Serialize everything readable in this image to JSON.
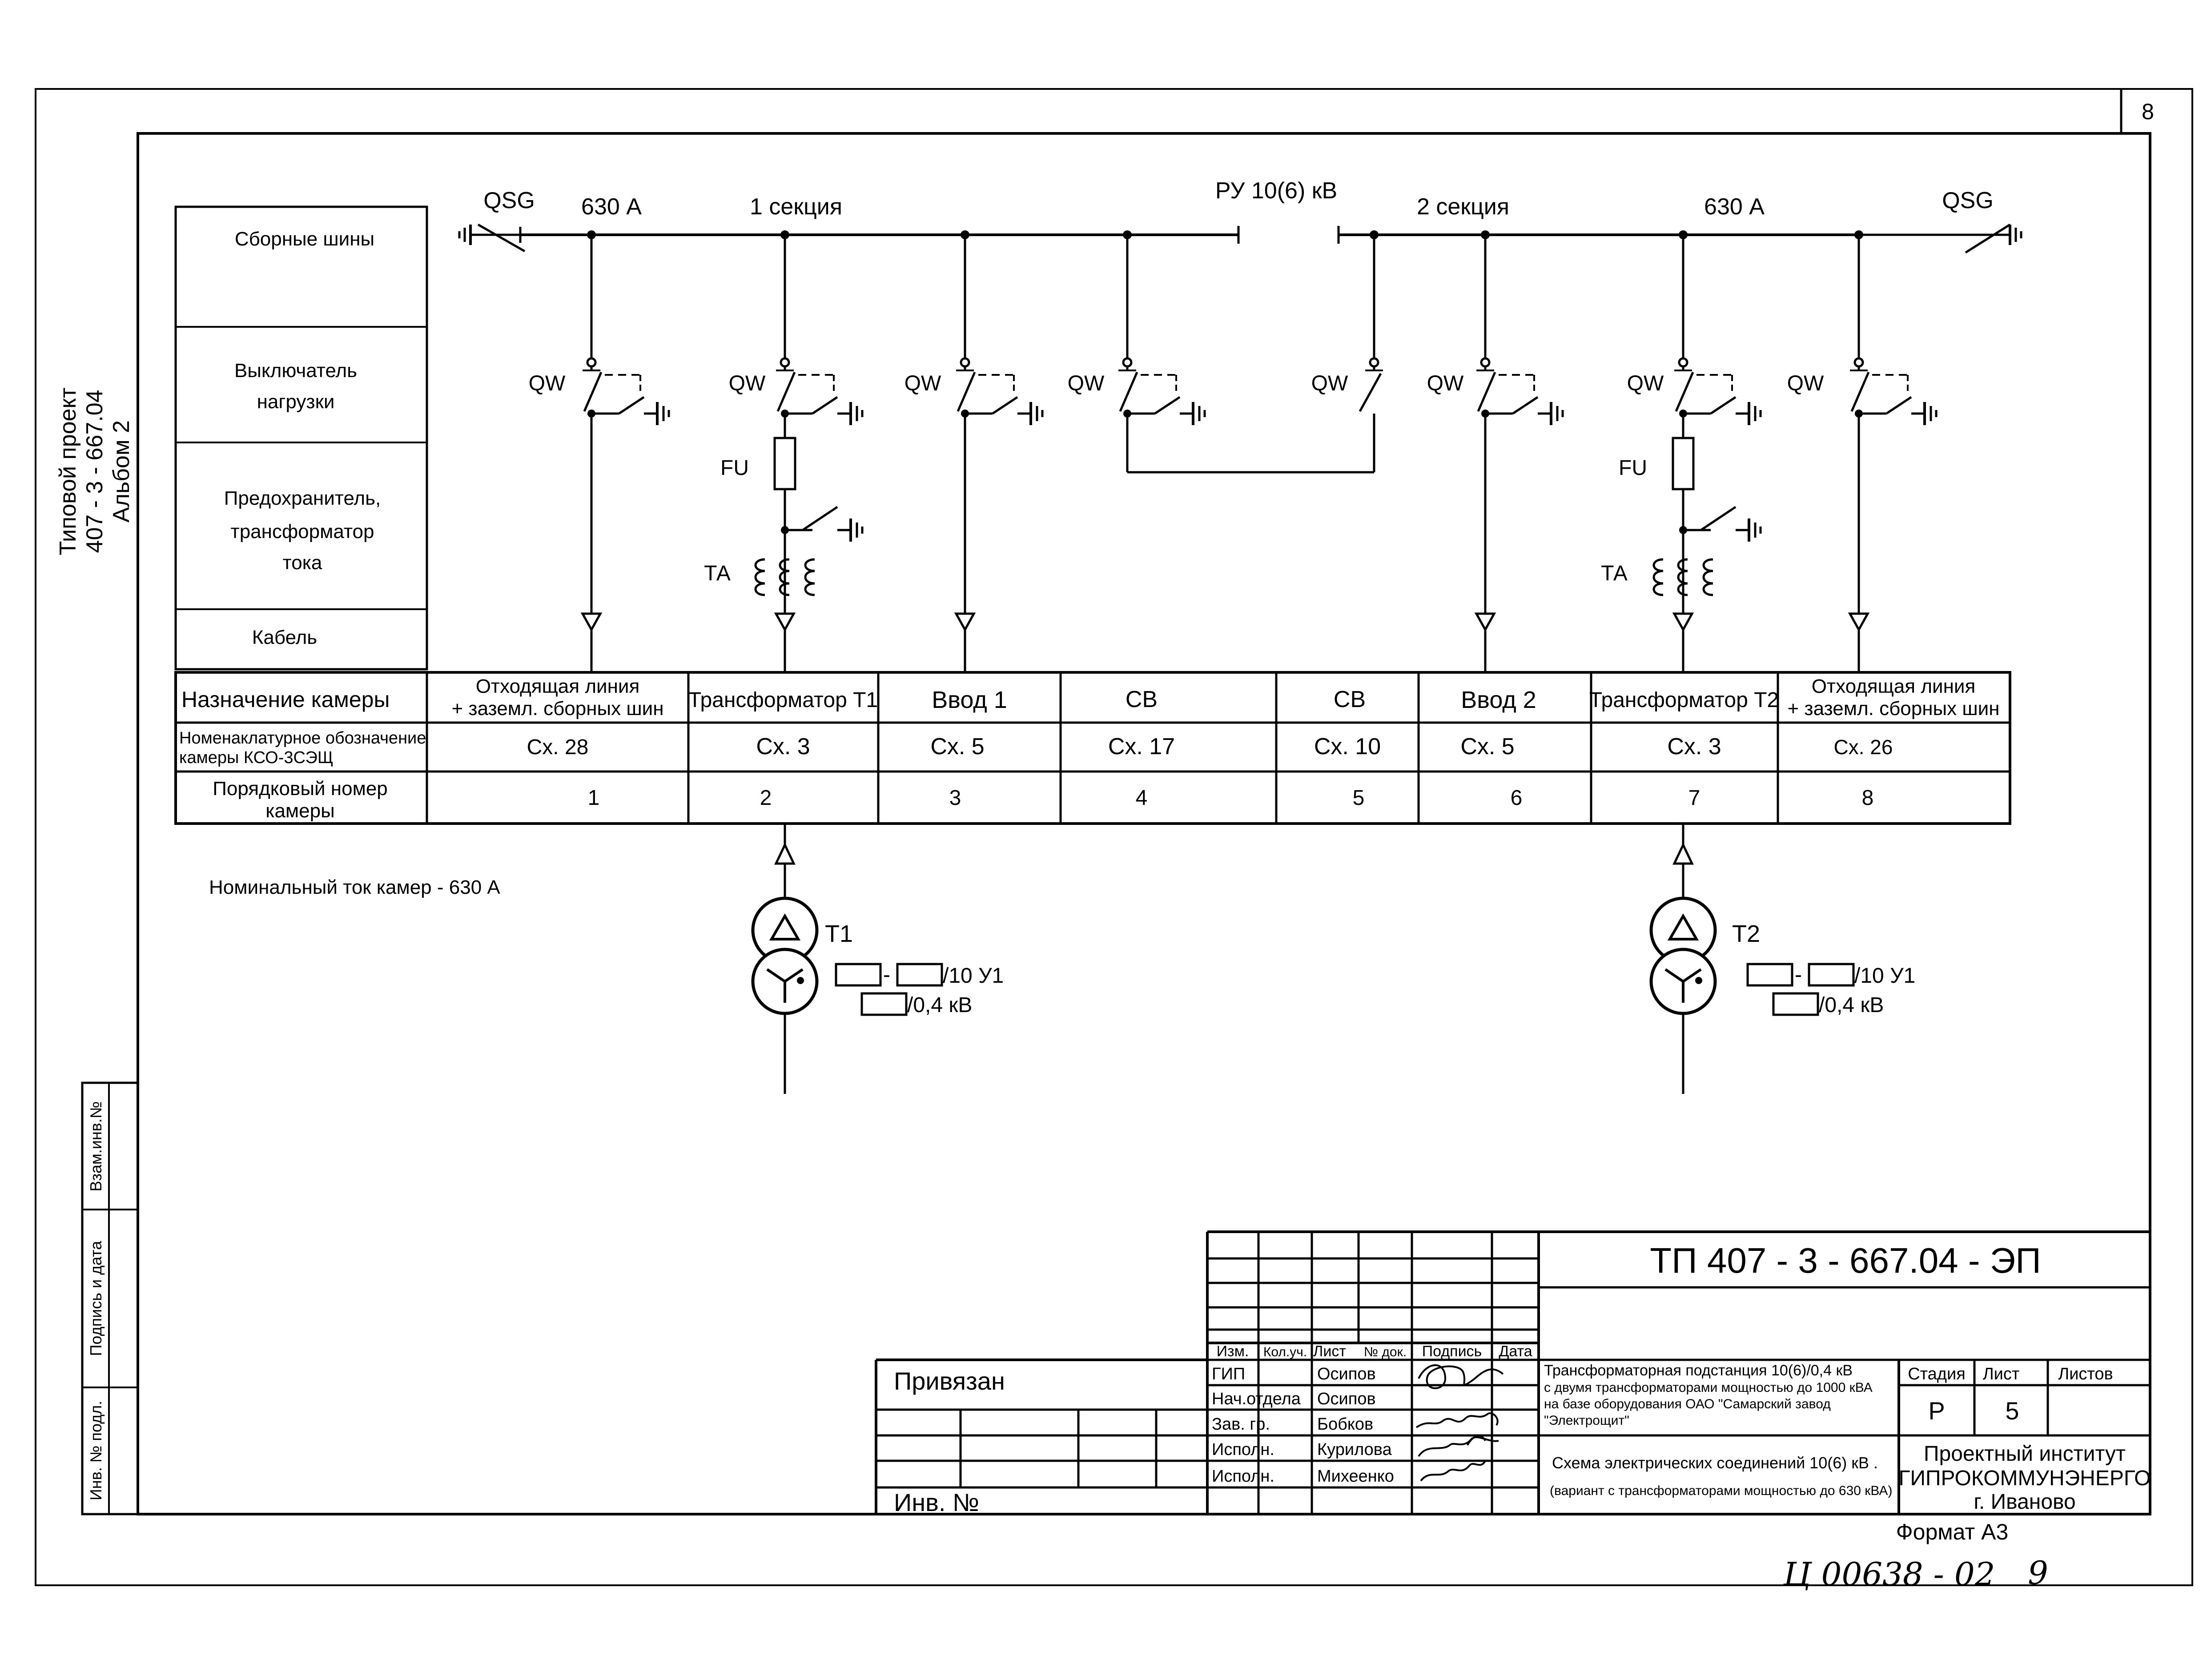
{
  "sheet": {
    "number": "8"
  },
  "side_title": {
    "line1": "Типовой проект",
    "line2": "407 - 3 - 667.04",
    "line3": "Альбом 2"
  },
  "side_stamp": {
    "vzam": "Взам.инв.№",
    "podpis": "Подпись и дата",
    "inv": "Инв. № подл."
  },
  "row_labels": {
    "busbars": "Сборные шины",
    "switch_line1": "Выключатель",
    "switch_line2": "нагрузки",
    "fuse_line1": "Предохранитель,",
    "fuse_line2": "трансформатор",
    "fuse_line3": "тока",
    "cable": "Кабель"
  },
  "bus": {
    "title": "РУ 10(6) кВ",
    "section1": "1 секция",
    "section2": "2 секция",
    "current_left": "630 А",
    "current_right": "630 А",
    "qsg_left": "QSG",
    "qsg_right": "QSG"
  },
  "device_labels": {
    "qw": "QW",
    "fu": "FU",
    "ta": "ТА"
  },
  "table": {
    "row_headers": {
      "purpose": "Назначение камеры",
      "nomenclature_line1": "Номенаклатурное обозначение",
      "nomenclature_line2": "камеры КСО-3СЭЩ",
      "order_line1": "Порядковый номер",
      "order_line2": "камеры"
    },
    "cells": [
      {
        "purpose1": "Отходящая линия",
        "purpose2": "+ заземл. сборных шин",
        "scheme": "Сх. 28",
        "number": "1"
      },
      {
        "purpose1": "Трансформатор Т1",
        "purpose2": "",
        "scheme": "Сх. 3",
        "number": "2"
      },
      {
        "purpose1": "Ввод 1",
        "purpose2": "",
        "scheme": "Сх. 5",
        "number": "3"
      },
      {
        "purpose1": "СВ",
        "purpose2": "",
        "scheme": "Сх. 17",
        "number": "4"
      },
      {
        "purpose1": "СВ",
        "purpose2": "",
        "scheme": "Сх. 10",
        "number": "5"
      },
      {
        "purpose1": "Ввод 2",
        "purpose2": "",
        "scheme": "Сх. 5",
        "number": "6"
      },
      {
        "purpose1": "Трансформатор Т2",
        "purpose2": "",
        "scheme": "Сх. 3",
        "number": "7"
      },
      {
        "purpose1": "Отходящая линия",
        "purpose2": "+ заземл. сборных шин",
        "scheme": "Сх. 26",
        "number": "8"
      }
    ]
  },
  "note": "Номинальный ток камер - 630 А",
  "transformers": [
    {
      "name": "Т1",
      "rating_a": "-",
      "rating_b": "/10 У1",
      "rating_c": "/0,4 кВ"
    },
    {
      "name": "Т2",
      "rating_a": "-",
      "rating_b": "/10 У1",
      "rating_c": "/0,4 кВ"
    }
  ],
  "title_block": {
    "code": "ТП  407 - 3 - 667.04 - ЭП",
    "privyazan": "Привязан",
    "inv_no": "Инв. №",
    "col_headers": [
      "Изм.",
      "Кол.уч.",
      "Лист",
      "№ док.",
      "Подпись",
      "Дата"
    ],
    "roles": [
      {
        "role": "ГИП",
        "name": "Осипов"
      },
      {
        "role": "Нач.отдела",
        "name": "Осипов"
      },
      {
        "role": "Зав. гр.",
        "name": "Бобков"
      },
      {
        "role": "Исполн.",
        "name": "Курилова"
      },
      {
        "role": "Исполн.",
        "name": "Михеенко"
      }
    ],
    "desc1_line1": "Трансформаторная подстанция 10(6)/0,4 кВ",
    "desc1_line2": "с двумя трансформаторами мощностью до 1000 кВА",
    "desc1_line3": "на базе оборудования ОАО \"Самарский завод",
    "desc1_line4": "\"Электрощит\"",
    "desc2_line1": "Схема электрических соединений 10(6) кВ .",
    "desc2_line2": "(вариант с трансформаторами мощностью до 630 кВА)",
    "stage_label": "Стадия",
    "sheet_label": "Лист",
    "sheets_label": "Листов",
    "stage": "Р",
    "sheet": "5",
    "sheets": "",
    "org_line1": "Проектный институт",
    "org_line2": "ГИПРОКОММУНЭНЕРГО",
    "org_line3": "г. Иваново"
  },
  "format": "Формат А3",
  "handwritten": {
    "archive_no": "Ц 00638 - 02",
    "page": "9"
  }
}
